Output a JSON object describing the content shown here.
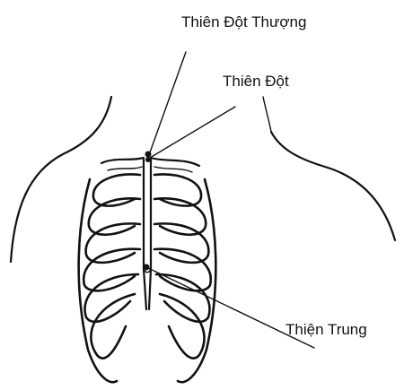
{
  "labels": {
    "top": "Thiên Đột Thượng",
    "middle": "Thiên Đột",
    "bottom": "Thiện Trung"
  }
}
